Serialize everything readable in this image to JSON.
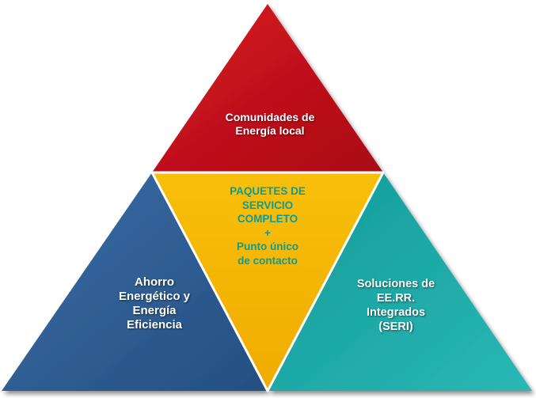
{
  "colors": {
    "top": "#c8101c",
    "left": "#2f5e95",
    "right": "#1aa6a4",
    "center": "#f6b800",
    "center_text": "#0a9c9c"
  },
  "segments": {
    "top": {
      "lines": [
        "Comunidades de",
        "Energía local"
      ]
    },
    "center": {
      "lines": [
        "PAQUETES DE",
        "SERVICIO",
        "COMPLETO",
        "+",
        "Punto único",
        "de contacto"
      ]
    },
    "left": {
      "lines": [
        "Ahorro",
        "Energético y",
        "Energía",
        "Eficiencia"
      ]
    },
    "right": {
      "lines": [
        "Soluciones de",
        "EE.RR.",
        "Integrados",
        "(SERI)"
      ]
    }
  }
}
